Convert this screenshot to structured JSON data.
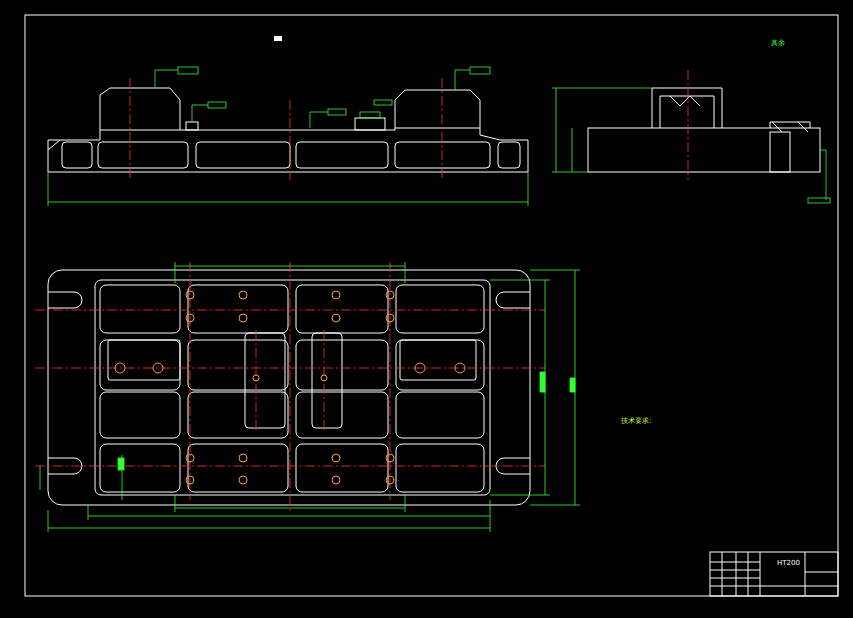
{
  "diagram": {
    "labels": [
      "HT200",
      "技术要求:",
      "其余"
    ]
  }
}
